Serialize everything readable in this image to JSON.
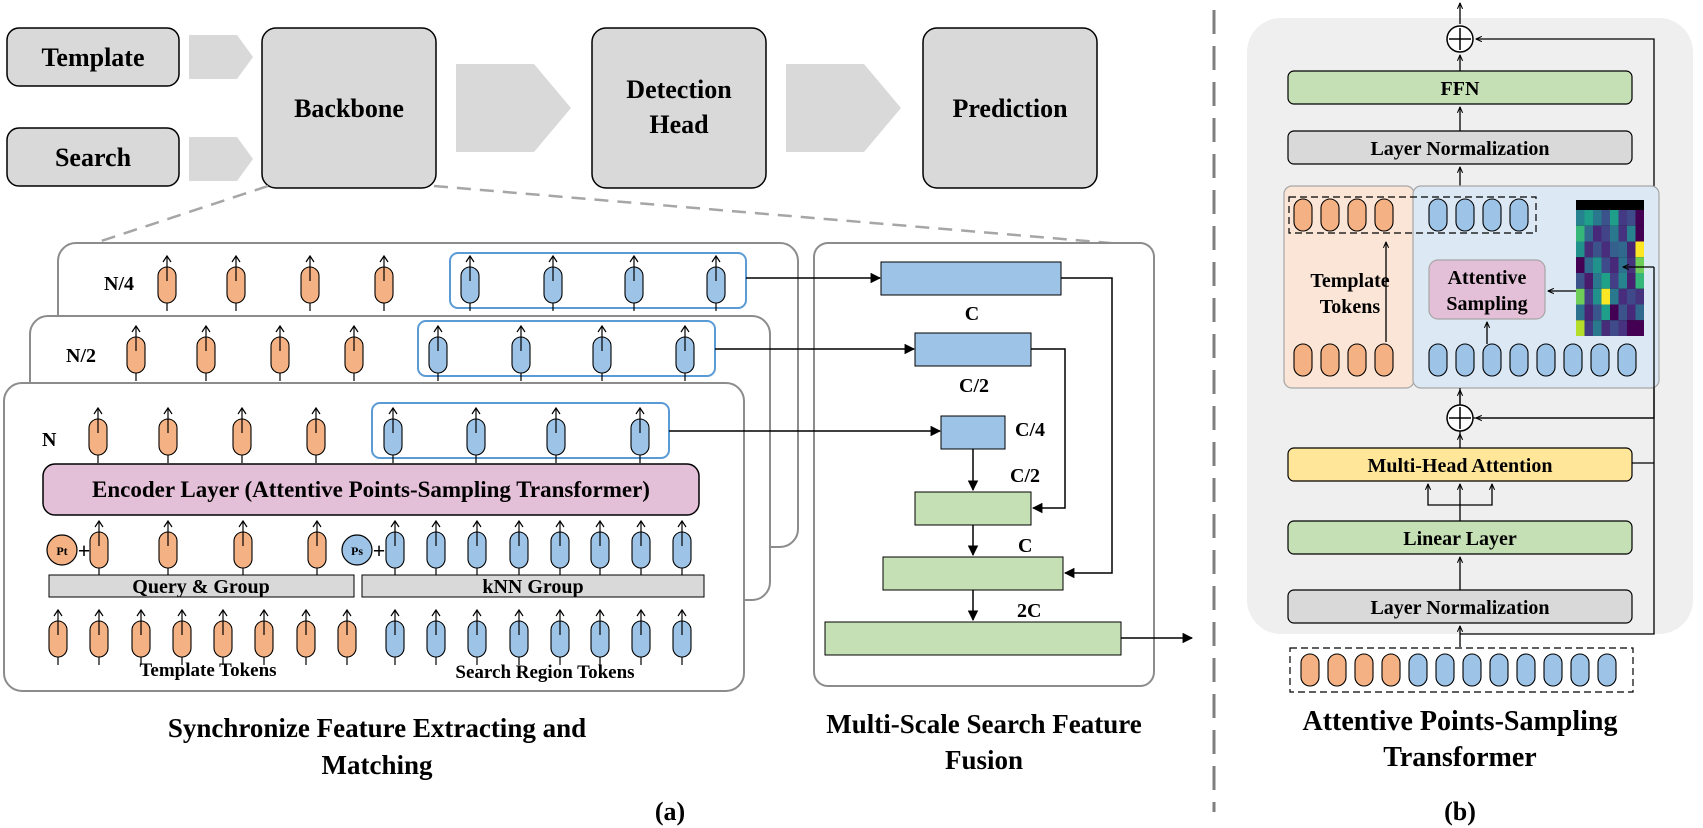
{
  "pipeline": {
    "template_label": "Template",
    "search_label": "Search",
    "backbone_label": "Backbone",
    "detection_head_line1": "Detection",
    "detection_head_line2": "Head",
    "prediction_label": "Prediction"
  },
  "panel_a": {
    "layer_labels": {
      "quarter": "N/4",
      "half": "N/2",
      "full": "N"
    },
    "encoder_label": "Encoder Layer (Attentive Points-Sampling Transformer)",
    "pt_label": "Pt",
    "ps_label": "Ps",
    "plus_sign": "+",
    "query_group_label": "Query & Group",
    "knn_group_label": "kNN Group",
    "template_tokens_label": "Template Tokens",
    "search_tokens_label": "Search Region Tokens",
    "caption_line1": "Synchronize Feature Extracting and",
    "caption_line2": "Matching"
  },
  "fusion": {
    "labels": {
      "c_top": "C",
      "c2_top": "C/2",
      "c4": "C/4",
      "c2_mid": "C/2",
      "c_mid": "C",
      "c2x": "2C"
    },
    "caption_line1": "Multi-Scale Search Feature",
    "caption_line2": "Fusion"
  },
  "panel_b": {
    "ffn_label": "FFN",
    "layer_norm_top": "Layer Normalization",
    "template_tokens_line1": "Template",
    "template_tokens_line2": "Tokens",
    "attentive_sampling_line1": "Attentive",
    "attentive_sampling_line2": "Sampling",
    "mha_label": "Multi-Head Attention",
    "linear_label": "Linear Layer",
    "layer_norm_bottom": "Layer Normalization",
    "caption_line1": "Attentive Points-Sampling",
    "caption_line2": "Transformer"
  },
  "sublabels": {
    "a": "(a)",
    "b": "(b)"
  },
  "colors": {
    "orange_token": "#f4b183",
    "blue_token": "#9dc3e6",
    "gray_box": "#d9d9d9",
    "green_box": "#c5e0b4",
    "pink_box": "#e4c0d8",
    "yellow_box": "#ffe699",
    "panel_bg": "#efefef",
    "blue_region": "#dce8f4",
    "orange_region": "#fbe5d6",
    "outline": "#7f7f7f",
    "blue_outline": "#5b9bd5"
  },
  "heatmap": [
    [
      "#26828e",
      "#1f9e89",
      "#2a788e",
      "#3b528b",
      "#1f9e89",
      "#443983",
      "#3e4a89",
      "#440154"
    ],
    [
      "#35b779",
      "#31688e",
      "#482878",
      "#414487",
      "#2a788e",
      "#46327e",
      "#26828e",
      "#440154"
    ],
    [
      "#21918c",
      "#472c7a",
      "#3b528b",
      "#472d7b",
      "#355f8d",
      "#31688e",
      "#482475",
      "#fde725"
    ],
    [
      "#440154",
      "#31688e",
      "#21918c",
      "#3e4a89",
      "#482878",
      "#2c728e",
      "#46337e",
      "#6ece58"
    ],
    [
      "#3b528b",
      "#481b6d",
      "#2a788e",
      "#1fa187",
      "#433e85",
      "#25848e",
      "#482173",
      "#35b779"
    ],
    [
      "#6ece58",
      "#433e85",
      "#21918c",
      "#fde725",
      "#2a788e",
      "#472d7b",
      "#3f4889",
      "#46337e"
    ],
    [
      "#2c728e",
      "#482475",
      "#39568c",
      "#1f9e89",
      "#440154",
      "#3b528b",
      "#482878",
      "#31688e"
    ],
    [
      "#b5de2b",
      "#443983",
      "#2a788e",
      "#472c7a",
      "#3e4a89",
      "#46327e",
      "#440154",
      "#440154"
    ]
  ]
}
